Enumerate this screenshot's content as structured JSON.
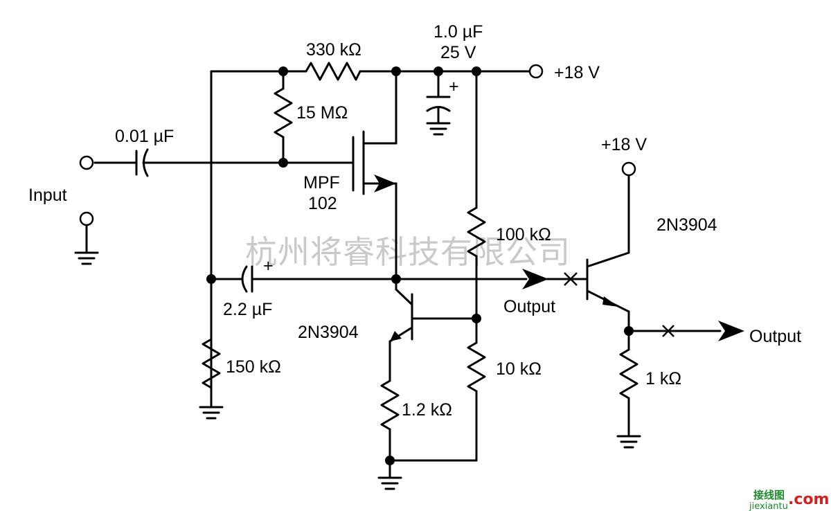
{
  "labels": {
    "r_330k": "330 kΩ",
    "c_1uf_value": "1.0 µF",
    "c_1uf_voltage": "25 V",
    "supply_top": "+18 V",
    "r_15m": "15 MΩ",
    "c_001uf": "0.01 µF",
    "input": "Input",
    "jfet_part_line1": "MPF",
    "jfet_part_line2": "102",
    "supply_right": "+18 V",
    "q_right_part": "2N3904",
    "r_100k": "100 kΩ",
    "cap_polarity": "+",
    "cap_polarity_2": "+",
    "c_22uf": "2.2 µF",
    "output_mid": "Output",
    "q_mid_part": "2N3904",
    "output_right": "Output",
    "r_150k": "150 kΩ",
    "r_10k": "10 kΩ",
    "r_1k": "1 kΩ",
    "r_12k": "1.2 kΩ"
  },
  "watermark": "杭州将睿科技有限公司",
  "logo": {
    "line1": "接线图",
    "line2": "jiexiantu",
    "line3": ".com"
  }
}
